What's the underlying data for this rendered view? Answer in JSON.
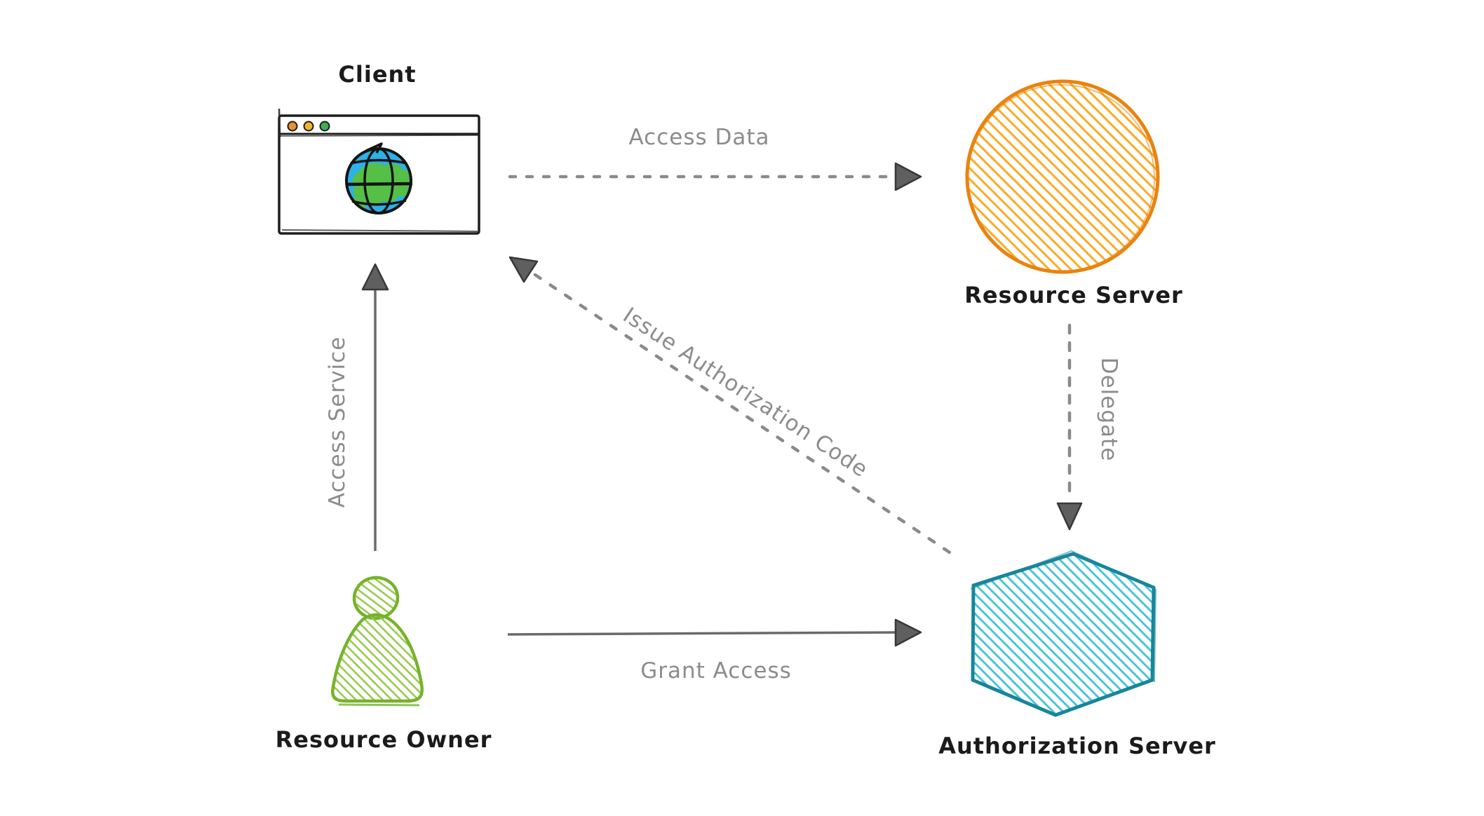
{
  "diagram": {
    "description": "OAuth roles sketch diagram",
    "nodes": [
      {
        "id": "client",
        "label": "Client",
        "shape": "browser-window-with-globe"
      },
      {
        "id": "resource-server",
        "label": "Resource Server",
        "shape": "circle"
      },
      {
        "id": "authorization-server",
        "label": "Authorization Server",
        "shape": "hexagon"
      },
      {
        "id": "resource-owner",
        "label": "Resource Owner",
        "shape": "person"
      }
    ],
    "edges": [
      {
        "id": "access-data",
        "label": "Access Data",
        "from": "client",
        "to": "resource-server",
        "style": "dotted"
      },
      {
        "id": "issue-authorization-code",
        "label": "Issue Authorization Code",
        "from": "authorization-server",
        "to": "client",
        "style": "dotted"
      },
      {
        "id": "delegate",
        "label": "Delegate",
        "from": "resource-server",
        "to": "authorization-server",
        "style": "dotted"
      },
      {
        "id": "access-service",
        "label": "Access Service",
        "from": "resource-owner",
        "to": "client",
        "style": "solid"
      },
      {
        "id": "grant-access",
        "label": "Grant Access",
        "from": "resource-owner",
        "to": "authorization-server",
        "style": "solid"
      }
    ],
    "colors": {
      "background": "#ffffff",
      "node_label": "#1b1b1b",
      "edge_label": "#8c8c8c",
      "solid_arrow": "#6a6a6a",
      "dotted_arrow": "#8a8a8a",
      "arrowhead_fill": "#5f5f5f",
      "arrowhead_stroke": "#383838",
      "resource_server_stroke": "#ea830f",
      "resource_server_hatch": "#fbab25",
      "authorization_server_stroke": "#17869c",
      "authorization_server_hatch": "#40c2d8",
      "resource_owner_stroke": "#76b32b",
      "resource_owner_hatch": "#93c948",
      "browser_stroke": "#1d1d1d",
      "browser_dot_orange": "#e8912d",
      "browser_dot_yellow": "#f2b42d",
      "browser_dot_green": "#3fae53",
      "globe_ocean": "#2cb1e8",
      "globe_land": "#55bf46",
      "globe_lines": "#141414"
    }
  }
}
